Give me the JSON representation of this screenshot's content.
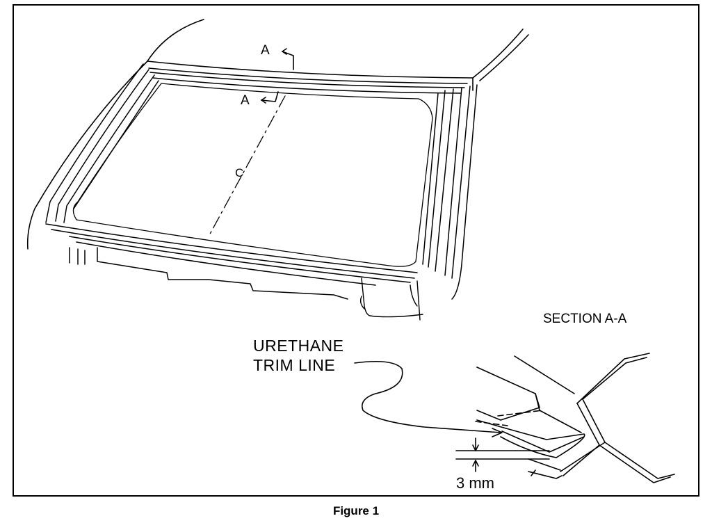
{
  "labels": {
    "section_marker_top": "A",
    "section_marker_bottom": "A",
    "section_title": "SECTION A-A",
    "urethane_line1": "URETHANE",
    "urethane_line2": "TRIM LINE",
    "dimension": "3 mm",
    "centerline_symbol": "C"
  },
  "caption": "Figure 1"
}
